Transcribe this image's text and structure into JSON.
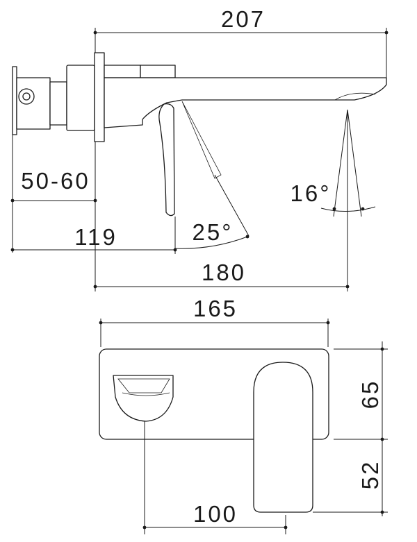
{
  "colors": {
    "line": "#1a1a1a",
    "background": "#ffffff"
  },
  "side_view": {
    "overall_length": "207",
    "wall_depth": "50-60",
    "body_to_lever": "119",
    "body_to_outlet": "180",
    "lever_angle": "25°",
    "spray_angle": "16°"
  },
  "front_view": {
    "plate_width": "165",
    "plate_height": "65",
    "handle_below_plate": "52",
    "spout_to_handle": "100"
  }
}
